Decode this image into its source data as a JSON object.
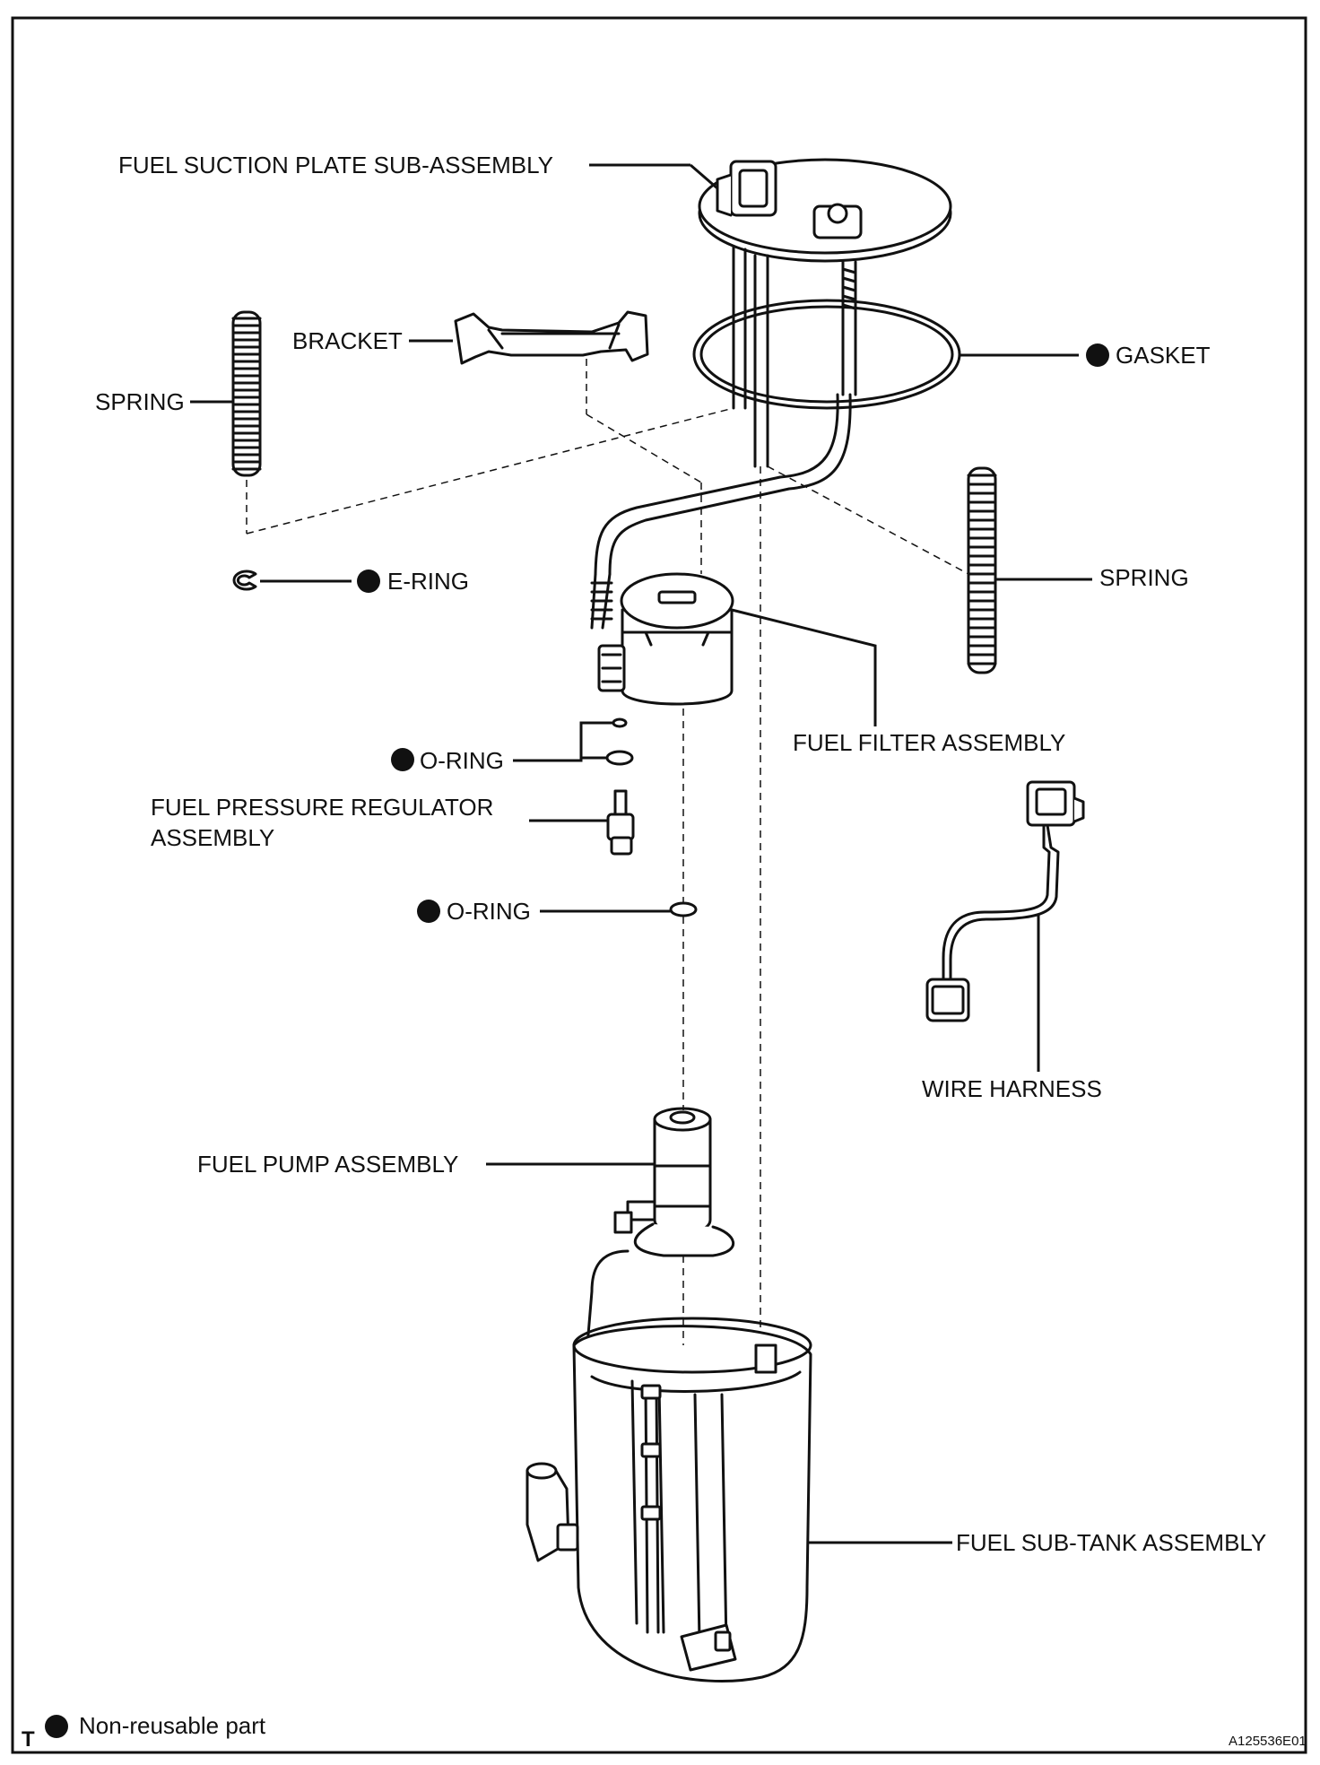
{
  "labels": {
    "fuel_suction_plate": "FUEL SUCTION PLATE SUB-ASSEMBLY",
    "bracket": "BRACKET",
    "gasket": "GASKET",
    "spring_left": "SPRING",
    "spring_right": "SPRING",
    "e_ring": "E-RING",
    "fuel_filter": "FUEL FILTER ASSEMBLY",
    "o_ring_1": "O-RING",
    "fuel_pressure_regulator_line1": "FUEL PRESSURE REGULATOR",
    "fuel_pressure_regulator_line2": "ASSEMBLY",
    "o_ring_2": "O-RING",
    "wire_harness": "WIRE HARNESS",
    "fuel_pump": "FUEL PUMP ASSEMBLY",
    "fuel_sub_tank": "FUEL SUB-TANK ASSEMBLY"
  },
  "legend": {
    "non_reusable": "Non-reusable part"
  },
  "corner_mark": "T",
  "figure_id": "A125536E01",
  "colors": {
    "line": "#111111",
    "background": "#ffffff",
    "part_fill": "#ffffff"
  }
}
